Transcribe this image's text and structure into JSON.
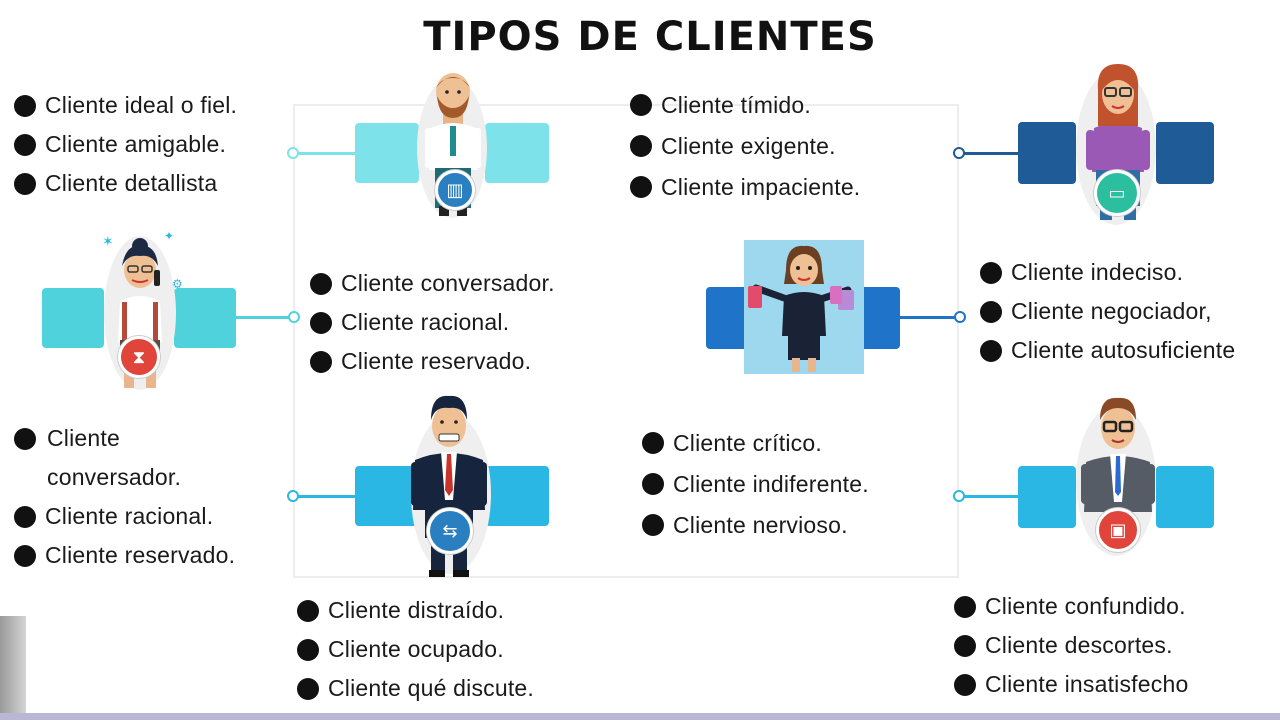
{
  "title": "TIPOS DE CLIENTES",
  "colors": {
    "light_teal": "#7ee2ea",
    "cyan": "#4fd2db",
    "sky": "#2bb7e4",
    "blue": "#1f73c8",
    "navy": "#1f5b96",
    "text": "#1a1a1a",
    "frame": "#ededed"
  },
  "icons": [
    "chart-icon",
    "hourglass-icon",
    "signpost-icon",
    "monitor-icon",
    "briefcase-icon"
  ],
  "lists": {
    "top_left": [
      "Cliente ideal o fiel.",
      "Cliente amigable.",
      "Cliente detallista"
    ],
    "center_left": [
      "Cliente conversador.",
      "Cliente racional.",
      "Cliente reservado."
    ],
    "bottom_left": [
      "Cliente conversador.",
      "Cliente racional.",
      "Cliente reservado."
    ],
    "bottom_center_left": [
      "Cliente distraído.",
      "Cliente ocupado.",
      "Cliente qué discute."
    ],
    "top_center_right": [
      "Cliente tímido.",
      "Cliente exigente.",
      "Cliente impaciente."
    ],
    "center_right": [
      "Cliente indeciso.",
      "Cliente negociador,",
      "Cliente autosuficiente"
    ],
    "bottom_center_right": [
      "Cliente crítico.",
      "Cliente indiferente.",
      "Cliente nervioso."
    ],
    "bottom_right": [
      "Cliente confundido.",
      "Cliente descortes.",
      "Cliente insatisfecho"
    ]
  }
}
